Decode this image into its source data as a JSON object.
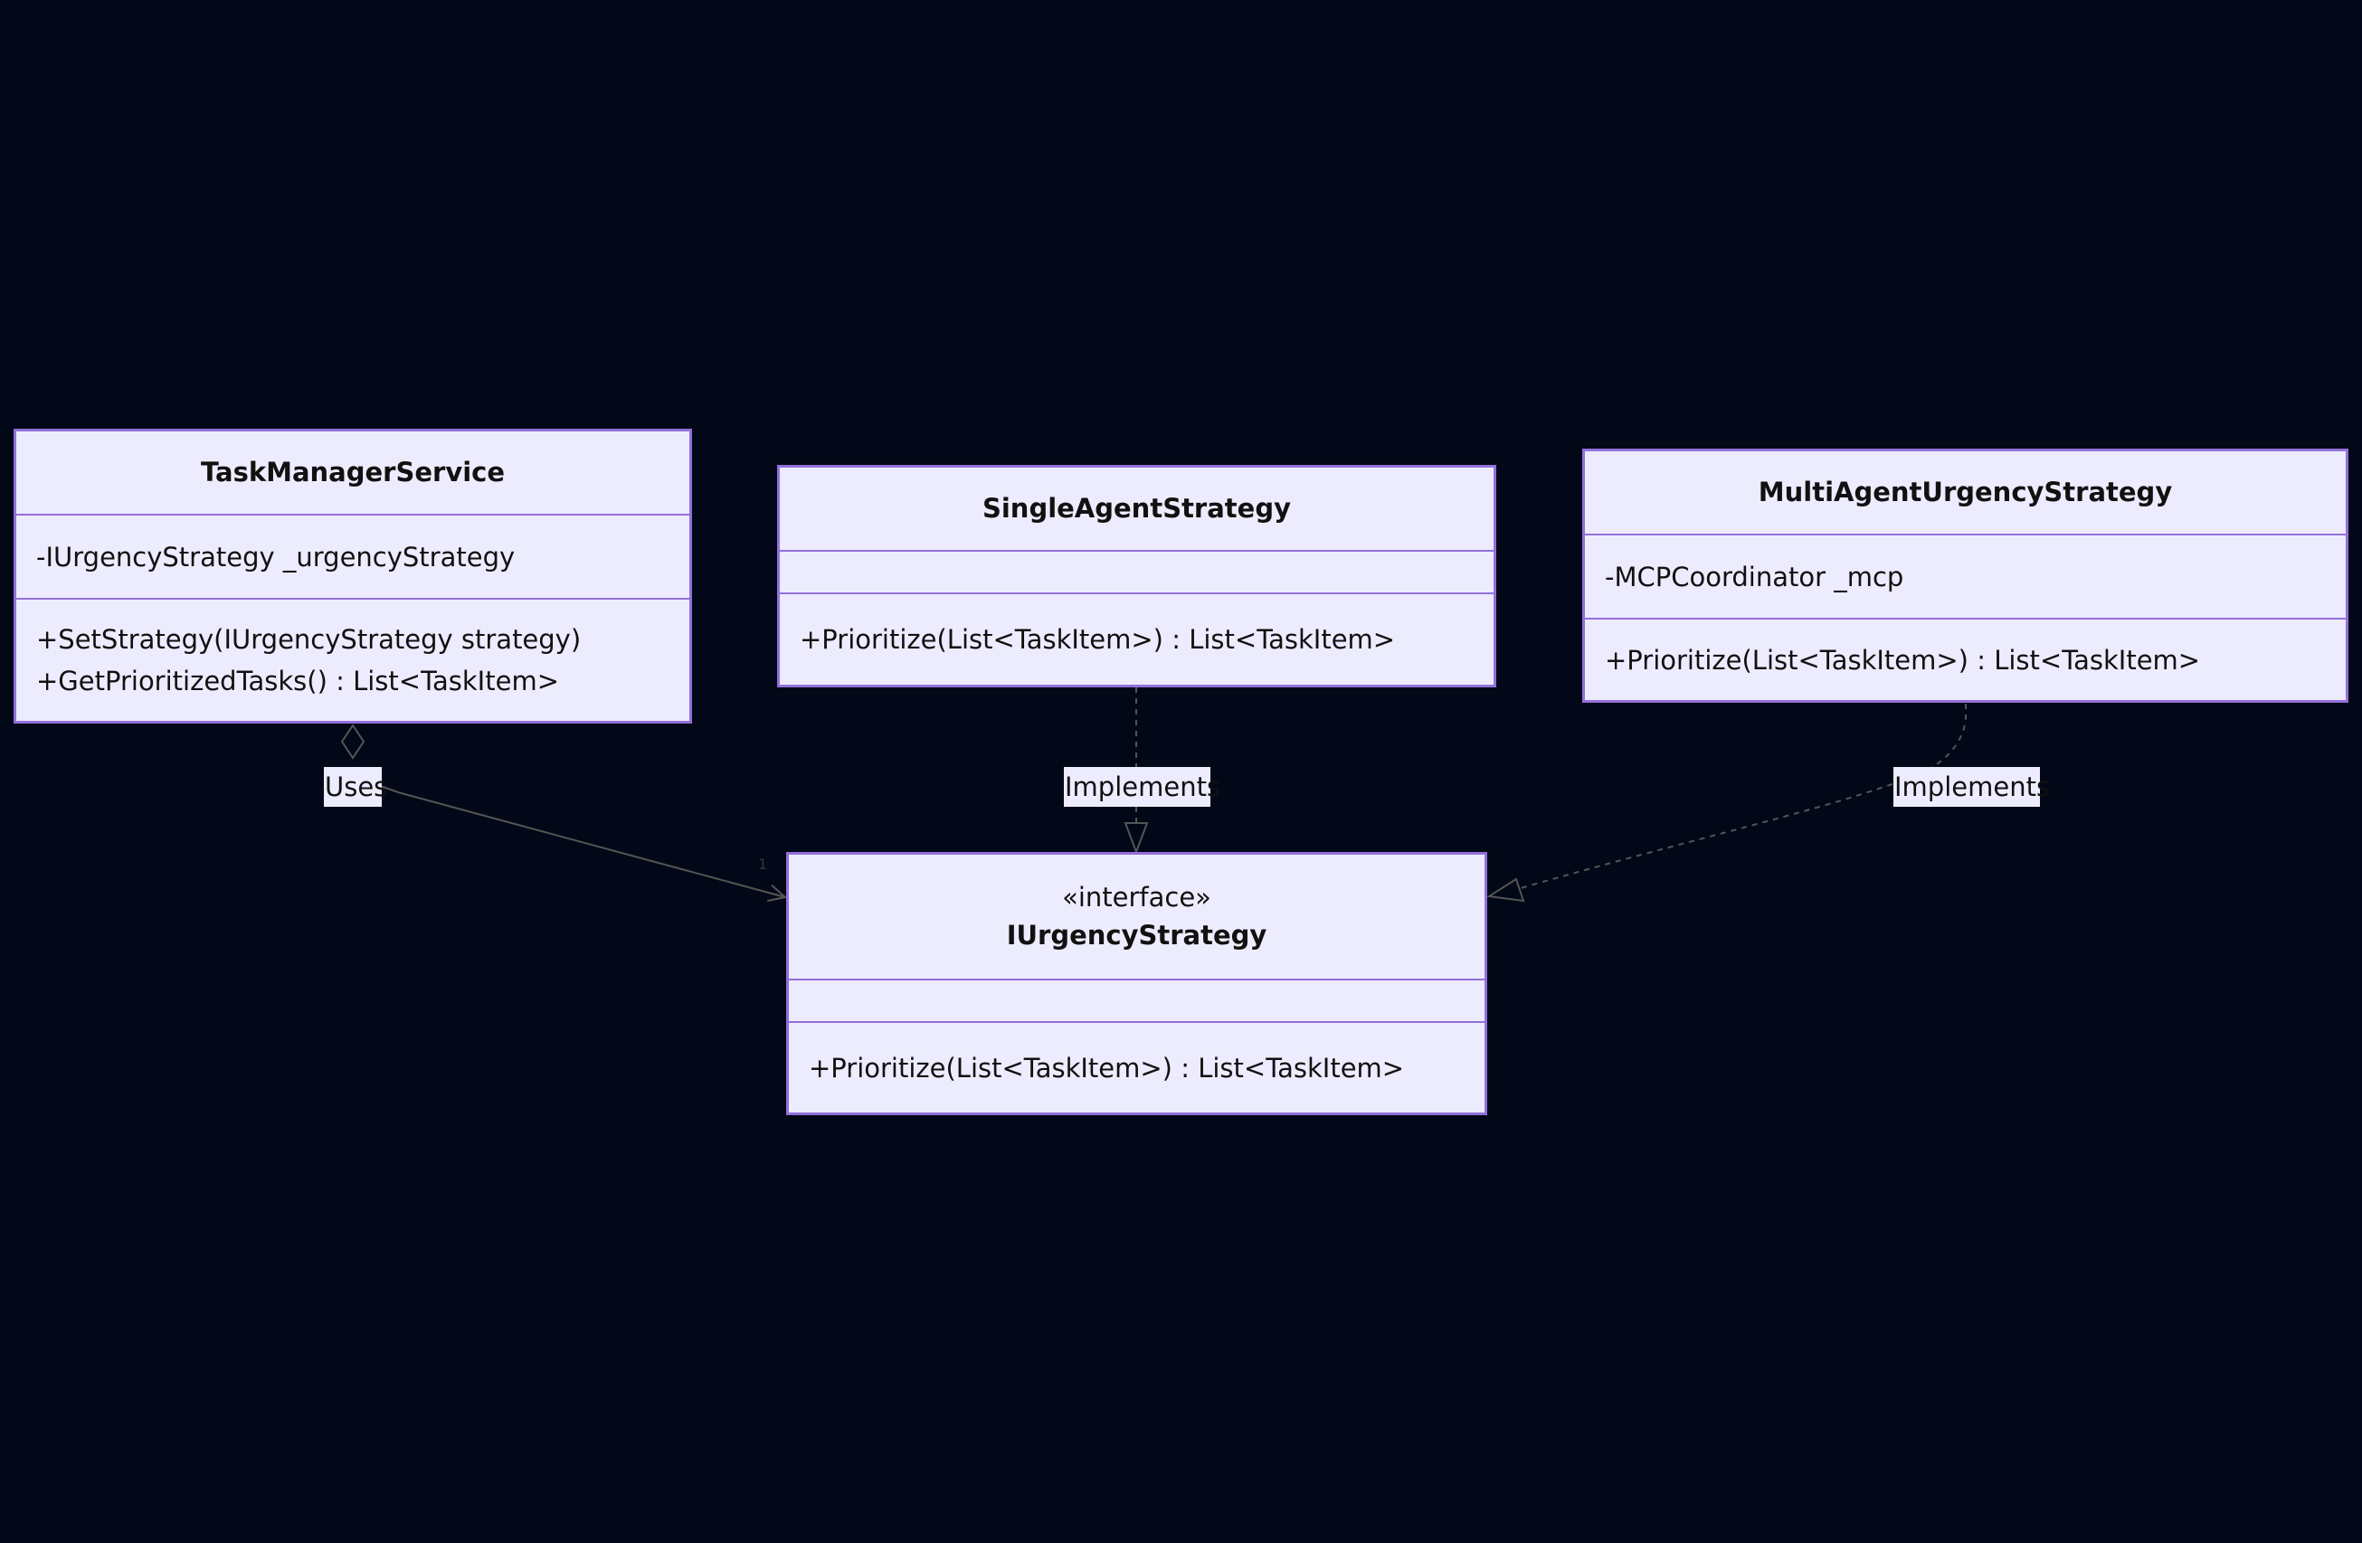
{
  "diagram": {
    "type": "class-diagram",
    "classes": {
      "task_manager_service": {
        "name": "TaskManagerService",
        "attributes": [
          "-IUrgencyStrategy _urgencyStrategy"
        ],
        "methods": [
          "+SetStrategy(IUrgencyStrategy strategy)",
          "+GetPrioritizedTasks() : List<TaskItem>"
        ]
      },
      "single_agent_strategy": {
        "name": "SingleAgentStrategy",
        "attributes": [],
        "methods": [
          "+Prioritize(List<TaskItem>) : List<TaskItem>"
        ]
      },
      "multi_agent_urgency_strategy": {
        "name": "MultiAgentUrgencyStrategy",
        "attributes": [
          "-MCPCoordinator _mcp"
        ],
        "methods": [
          "+Prioritize(List<TaskItem>) : List<TaskItem>"
        ]
      },
      "iurgency_strategy": {
        "stereotype": "«interface»",
        "name": "IUrgencyStrategy",
        "attributes": [],
        "methods": [
          "+Prioritize(List<TaskItem>) : List<TaskItem>"
        ]
      }
    },
    "relations": {
      "uses": {
        "label": "Uses",
        "from": "TaskManagerService",
        "to": "IUrgencyStrategy",
        "kind": "aggregation",
        "multiplicity": "1"
      },
      "implements_single": {
        "label": "Implements",
        "from": "SingleAgentStrategy",
        "to": "IUrgencyStrategy",
        "kind": "realization"
      },
      "implements_multi": {
        "label": "Implements",
        "from": "MultiAgentUrgencyStrategy",
        "to": "IUrgencyStrategy",
        "kind": "realization"
      }
    },
    "colors": {
      "background": "#030818",
      "box_fill": "#ececfe",
      "box_border": "#9370db",
      "edge": "#555555"
    }
  }
}
